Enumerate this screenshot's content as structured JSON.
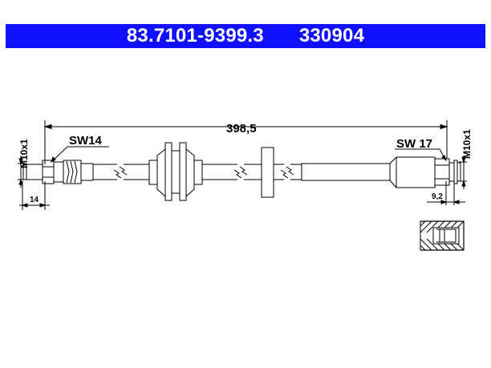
{
  "header": {
    "part_number": "83.7101-9399.3",
    "ref_number": "330904"
  },
  "drawing": {
    "overall_length": "398,5",
    "left_thread": "M10x1",
    "right_thread": "M10x1",
    "left_wrench": "SW14",
    "right_wrench": "SW 17",
    "left_length": "14",
    "right_length": "9,2"
  },
  "colors": {
    "header_bg": "#1010ff",
    "header_text": "#ffffff",
    "line": "#000000"
  }
}
